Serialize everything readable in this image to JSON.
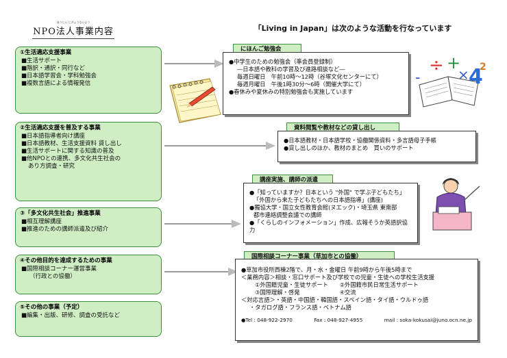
{
  "header": {
    "org_ruby": "ほうじん じぎょうないよう",
    "org_title": "NPO法人事業内容",
    "main_title": "「Living in Japan」は次のような活動を行なっています"
  },
  "left": {
    "box1": {
      "heading": "①生活適応支援事業",
      "items": [
        "■生活サポート",
        "■階訳・通訳・同行など",
        "■日本語学習会・学科勉強会",
        "■複数言語による情報発信"
      ]
    },
    "box2": {
      "heading": "②生活適応支援を普及する事業",
      "items": [
        "■日本語指導者向け講座",
        "■日本語教材、生活支援資料 貸し出し",
        "■生活サポートに関する知識の普及",
        "■他NPOとの連携、多文化共生社会の",
        "あり方調査・研究"
      ]
    },
    "box3": {
      "heading": "③「多文化共生社会」推進事業",
      "items": [
        "■相互理解講座",
        "■推進のための講師派遣及び紹介"
      ]
    },
    "box4": {
      "heading": "④その他目的を達成するための事業",
      "items": [
        "■国際相談コーナー運営事業",
        "（行政との協働）"
      ]
    },
    "box5": {
      "heading": "⑤その他の事業（予定）",
      "items": [
        "■編集・出版、研修、調査の受託など"
      ]
    }
  },
  "right": {
    "study": {
      "title": "にほんご勉強会",
      "lines": [
        "●中学生のための勉強会（準会員登録制）",
        "―日本語や教科の学習及び進路相談など―",
        "毎週日曜日　午前10時〜12時（谷塚文化センターにて）",
        "毎週月曜日　午後1時30分〜6時（開催大学にて）",
        "●春休みや夏休みの特別勉強会も実施しています"
      ]
    },
    "lending": {
      "title": "資料閲覧や教材などの貸し出し",
      "lines": [
        "●日本語教材・日本語学校・協働関係資料・多言語母子手帳",
        "●貸し出しのほか、教材のまとめ　買いのサポート"
      ]
    },
    "lecture": {
      "title": "講座実施、講師の派遣",
      "lines": [
        "●「知っていますか？日本という \"外国\" で学ぶ子どもたち」",
        "「外国から来た子どもたちへの日本語指導」(講座)",
        "●獨協大学・国立女性教育会館(ヌエック)・埼玉県 東南部",
        "都市連絡調整会議での講師",
        "●「くらしのインフォメーション」作成、広報そうか英語訳協力"
      ]
    },
    "consult": {
      "title": "国際相談コーナー事業（草加市との協働）",
      "lines": [
        "●草加市役所西棟2階で、月・水・金曜日 午前9時から午後5時まで",
        "＜業務内容＞相談・窓口サポート及び学校での児童・生徒への学校生活支援",
        "①外国籍児童・生徒サポート　　②外国籍市民日常生活サポート",
        "③国際理解・啓発　　　　　　　④交流",
        "＜対応言語＞・英語・中国語・韓国語・スペイン語・タイ語・ウルドゥ語",
        "・タガログ語・フランス語・ベトナム語"
      ],
      "tel": "●Tel : 048-922-2970",
      "fax": "Fax : 048-927-4955",
      "mail": "mail : soka-kokusai@juno.ocn.ne.jp"
    }
  },
  "icons": {
    "notebook": "notebook-pencil-icon",
    "math": "math-book-icon",
    "teacher": "teacher-icon"
  }
}
